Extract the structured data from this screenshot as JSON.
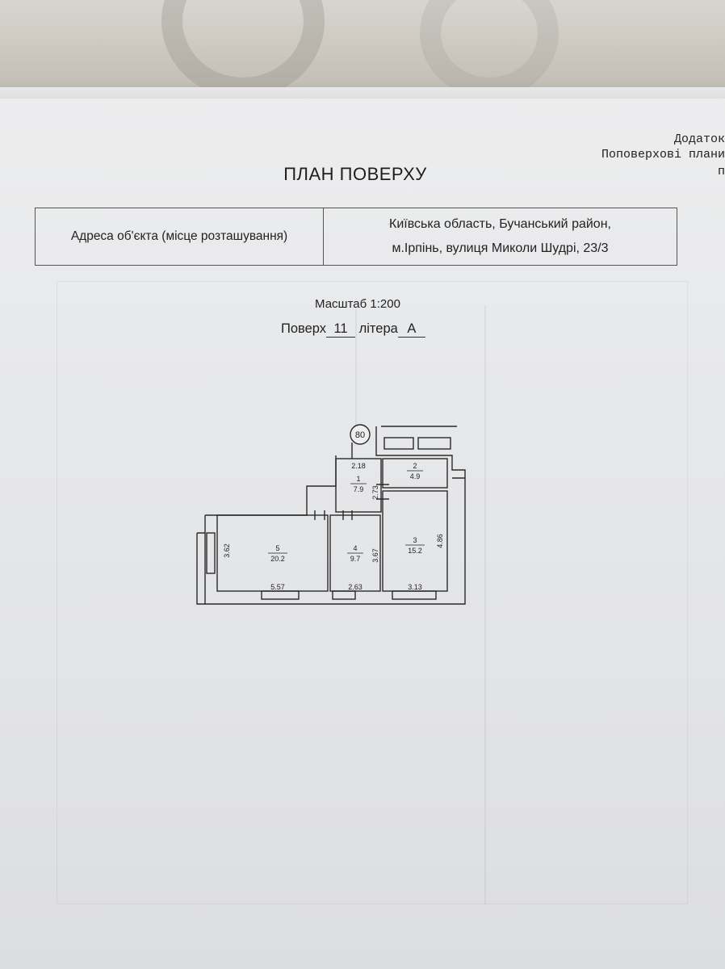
{
  "header": {
    "appendix_line1": "Додаток",
    "appendix_line2": "Поповерхові плани",
    "appendix_line3": "п"
  },
  "title": "ПЛАН ПОВЕРХУ",
  "address": {
    "label": "Адреса об'єкта (місце розташування)",
    "line1": "Київська область, Бучанський район,",
    "line2": "м.Ірпінь, вулиця Миколи Шудрі, 23/3"
  },
  "scale": "Масштаб 1:200",
  "floor": {
    "prefix": "Поверх",
    "number": "11",
    "litera_label": "літера",
    "litera": "А"
  },
  "plan": {
    "marker": "80",
    "rooms": [
      {
        "number": "1",
        "area": "7.9"
      },
      {
        "number": "2",
        "area": "4.9"
      },
      {
        "number": "3",
        "area": "15.2"
      },
      {
        "number": "4",
        "area": "9.7"
      },
      {
        "number": "5",
        "area": "20.2"
      }
    ],
    "dimensions": {
      "d218": "2.18",
      "d273": "2.73",
      "d362": "3.62",
      "d367": "3.67",
      "d486": "4.86",
      "d557": "5.57",
      "d263": "2.63",
      "d313": "3.13"
    }
  }
}
